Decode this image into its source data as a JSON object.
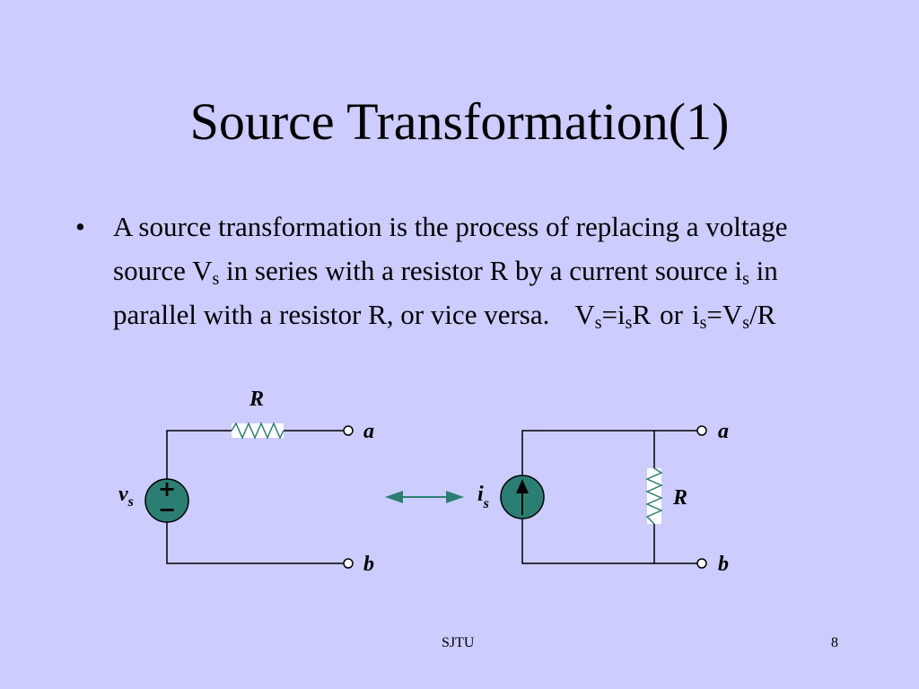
{
  "slide": {
    "title": "Source Transformation(1)",
    "bullet_symbol": "•",
    "bullet": {
      "t1": "A source transformation is the process of replacing a voltage source V",
      "s1": "s",
      "t2": " in series with a resistor R by a current source i",
      "s2": "s",
      "t3": " in parallel with a resistor R, or vice versa.",
      "f1": "V",
      "f1s": "s",
      "f2": "=i",
      "f2s": "s",
      "f3": "R",
      "f_or": "or",
      "f4": "i",
      "f4s": "s",
      "f5": "=V",
      "f5s": "s",
      "f6": "/R"
    },
    "footer_left": "SJTU",
    "page_number": "8"
  },
  "diagram": {
    "left": {
      "resistor_label": "R",
      "source_label": "v",
      "source_sub": "s",
      "plus": "+",
      "minus": "−",
      "term_a": "a",
      "term_b": "b"
    },
    "right": {
      "source_label": "i",
      "source_sub": "s",
      "resistor_label": "R",
      "term_a": "a",
      "term_b": "b"
    }
  },
  "colors": {
    "background": "#ccccff",
    "source_fill": "#2b7f72",
    "arrow": "#2b7f72",
    "resistor_stroke": "#2b7f72",
    "resistor_body": "#ffffff"
  }
}
